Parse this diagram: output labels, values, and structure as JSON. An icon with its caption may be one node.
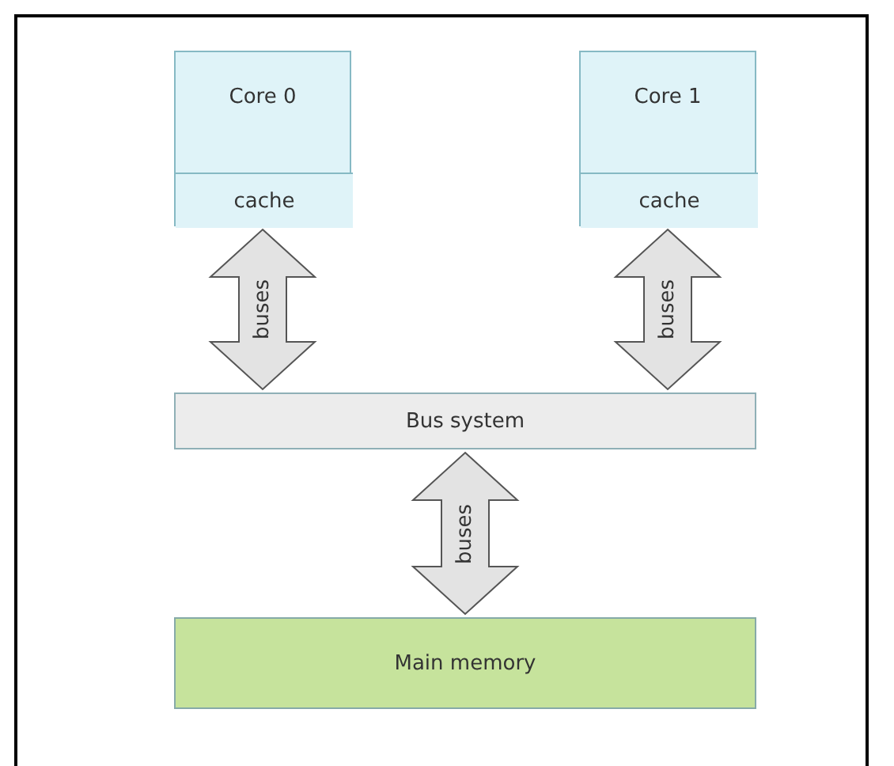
{
  "diagram": {
    "nodes": [
      {
        "text": [
          "Core 0"
        ]
      },
      {
        "text": [
          "cache"
        ],
        "in": 0
      },
      {
        "text": [
          "Core 1"
        ]
      },
      {
        "text": [
          "cache"
        ],
        "in": 2
      },
      {
        "text": [
          "Bus system"
        ]
      },
      {
        "text": [
          "Main memory"
        ]
      }
    ],
    "edges": [
      {
        "from": 1,
        "to": 4,
        "arrow": "both",
        "label": "buses"
      },
      {
        "from": 3,
        "to": 4,
        "arrow": "both",
        "label": "buses"
      },
      {
        "from": 4,
        "to": 5,
        "arrow": "both",
        "label": "buses"
      }
    ]
  }
}
